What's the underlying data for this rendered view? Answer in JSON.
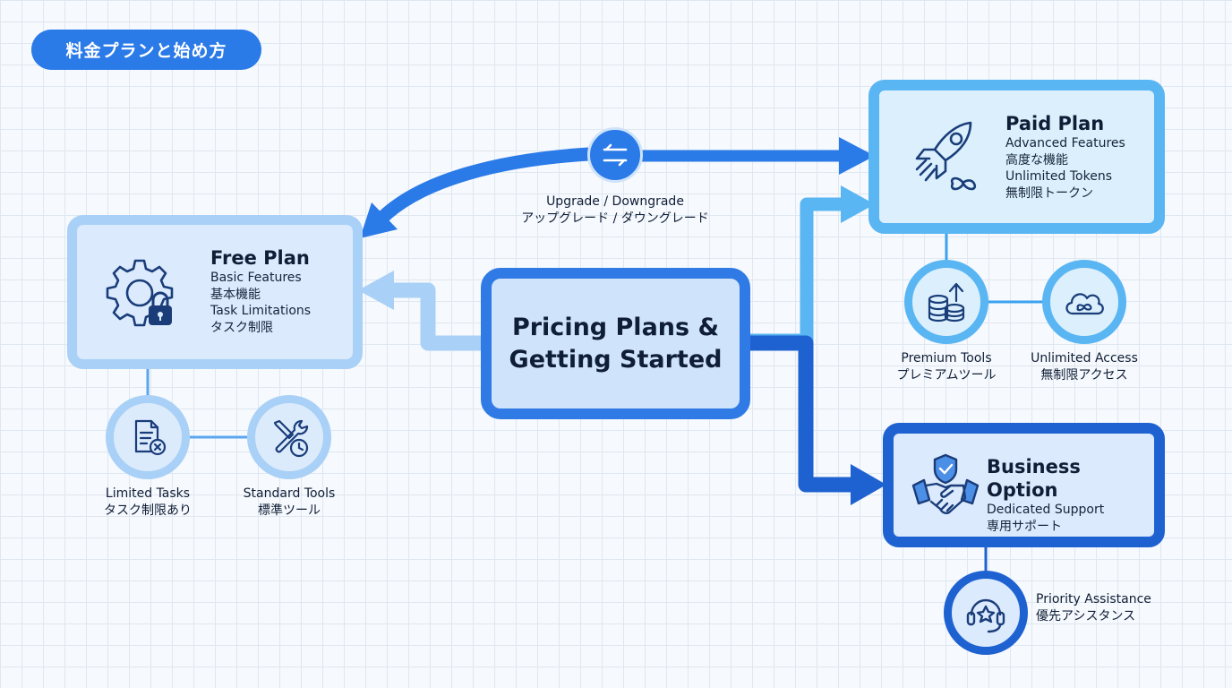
{
  "header": {
    "title": "料金プランと始め方"
  },
  "center": {
    "line1": "Pricing Plans &",
    "line2": "Getting Started"
  },
  "switch": {
    "label_en": "Upgrade / Downgrade",
    "label_ja": "アップグレード / ダウングレード"
  },
  "free_plan": {
    "title": "Free Plan",
    "lines": [
      "Basic Features",
      "基本機能",
      "Task Limitations",
      "タスク制限"
    ],
    "icon": "gear-lock-icon",
    "features": [
      {
        "icon": "document-x-icon",
        "label_en": "Limited Tasks",
        "label_ja": "タスク制限あり"
      },
      {
        "icon": "tools-clock-icon",
        "label_en": "Standard Tools",
        "label_ja": "標準ツール"
      }
    ]
  },
  "paid_plan": {
    "title": "Paid Plan",
    "lines": [
      "Advanced Features",
      "高度な機能",
      "Unlimited Tokens",
      "無制限トークン"
    ],
    "icon": "rocket-infinity-icon",
    "features": [
      {
        "icon": "coins-arrow-icon",
        "label_en": "Premium Tools",
        "label_ja": "プレミアムツール"
      },
      {
        "icon": "cloud-infinity-icon",
        "label_en": "Unlimited Access",
        "label_ja": "無制限アクセス"
      }
    ]
  },
  "business": {
    "title": "Business Option",
    "lines": [
      "Dedicated Support",
      "専用サポート"
    ],
    "icon": "handshake-shield-icon",
    "features": [
      {
        "icon": "headset-star-icon",
        "label_en": "Priority Assistance",
        "label_ja": "優先アシスタンス"
      }
    ]
  },
  "colors": {
    "primary": "#2a7ae8",
    "light_border": "#a9d0f6",
    "sky_border": "#5ab5f3",
    "dark_border": "#1e62d1",
    "text": "#0f1e36"
  }
}
